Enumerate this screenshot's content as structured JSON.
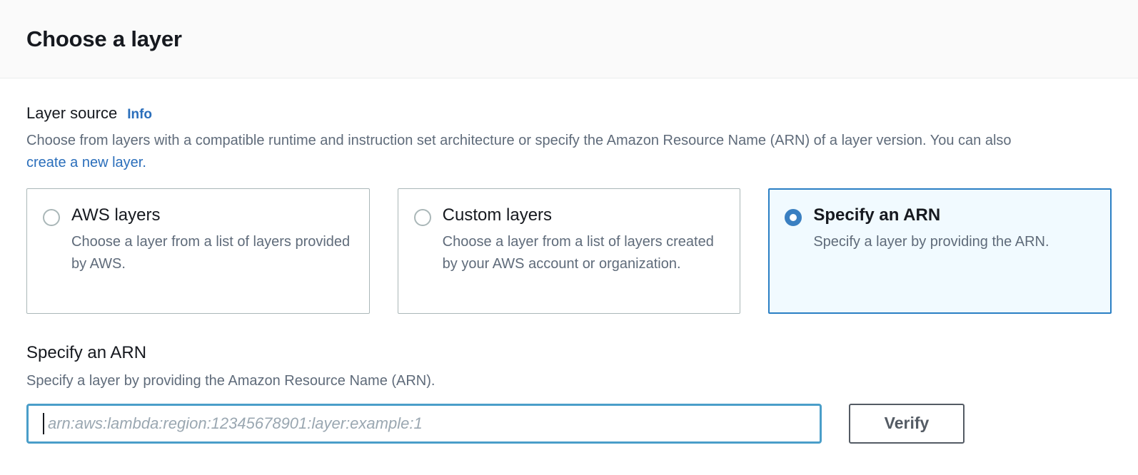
{
  "header": {
    "title": "Choose a layer"
  },
  "layer_source": {
    "label": "Layer source",
    "info_label": "Info",
    "description_part1": "Choose from layers with a compatible runtime and instruction set architecture or specify the Amazon Resource Name (ARN) of a layer version. You can also ",
    "description_link": "create a new layer.",
    "options": [
      {
        "title": "AWS layers",
        "description": "Choose a layer from a list of layers provided by AWS.",
        "selected": false
      },
      {
        "title": "Custom layers",
        "description": "Choose a layer from a list of layers created by your AWS account or organization.",
        "selected": false
      },
      {
        "title": "Specify an ARN",
        "description": "Specify a layer by providing the ARN.",
        "selected": true
      }
    ]
  },
  "arn_section": {
    "heading": "Specify an ARN",
    "subtext": "Specify a layer by providing the Amazon Resource Name (ARN).",
    "input_value": "",
    "input_placeholder": "arn:aws:lambda:region:12345678901:layer:example:1",
    "verify_label": "Verify"
  },
  "colors": {
    "accent_blue": "#2a6ebb",
    "selected_card_border": "#2a7fc4",
    "selected_card_background": "#f1faff",
    "input_focus_border": "#4a9ec9",
    "button_border": "#545b64",
    "text_primary": "#16191f",
    "text_secondary": "#5f6b7a",
    "header_background": "#fafafa"
  }
}
